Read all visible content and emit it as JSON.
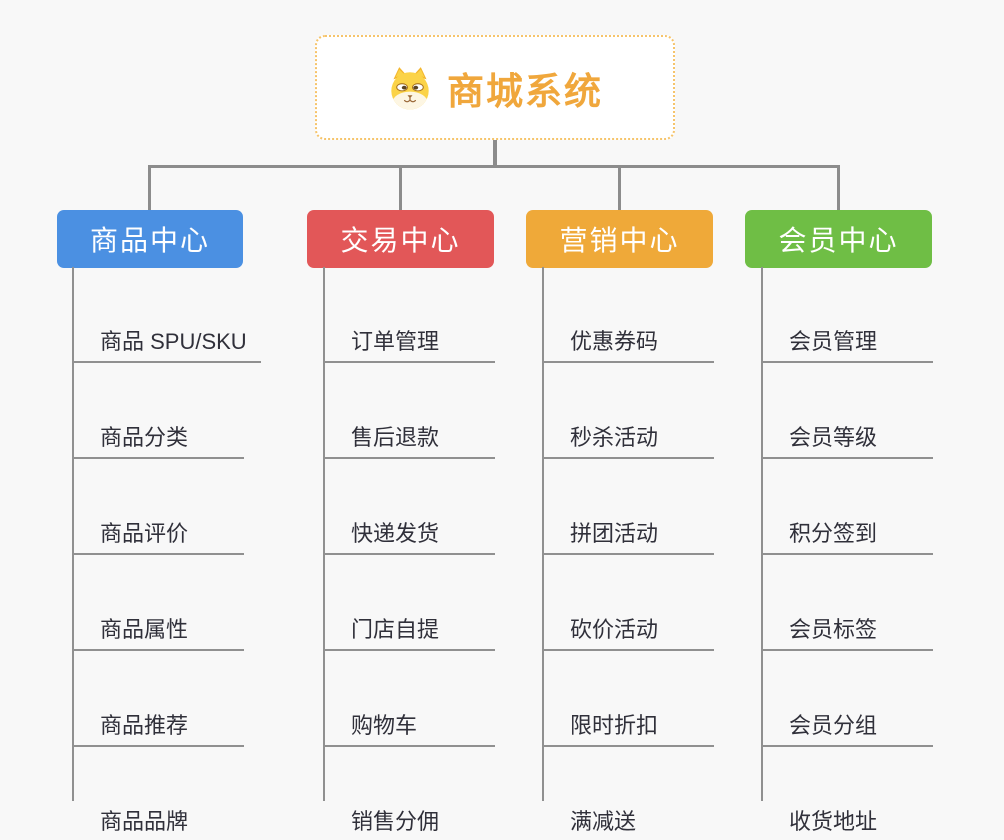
{
  "canvas": {
    "background": "#f8f8f8",
    "connector_color": "#8c8c8c",
    "underline_color": "#909090",
    "item_text_color": "#30303a"
  },
  "root": {
    "title": "商城系统",
    "icon": "dog-face-icon",
    "text_color": "#f0a73c",
    "border_color": "#f6c46b",
    "background": "#ffffff"
  },
  "branches": [
    {
      "label": "商品中心",
      "color": "#4b90e2",
      "children": [
        "商品 SPU/SKU",
        "商品分类",
        "商品评价",
        "商品属性",
        "商品推荐",
        "商品品牌"
      ]
    },
    {
      "label": "交易中心",
      "color": "#e25758",
      "children": [
        "订单管理",
        "售后退款",
        "快递发货",
        "门店自提",
        "购物车",
        "销售分佣"
      ]
    },
    {
      "label": "营销中心",
      "color": "#efa939",
      "children": [
        "优惠券码",
        "秒杀活动",
        "拼团活动",
        "砍价活动",
        "限时折扣",
        "满减送"
      ]
    },
    {
      "label": "会员中心",
      "color": "#6fbe45",
      "children": [
        "会员管理",
        "会员等级",
        "积分签到",
        "会员标签",
        "会员分组",
        "收货地址"
      ]
    }
  ]
}
